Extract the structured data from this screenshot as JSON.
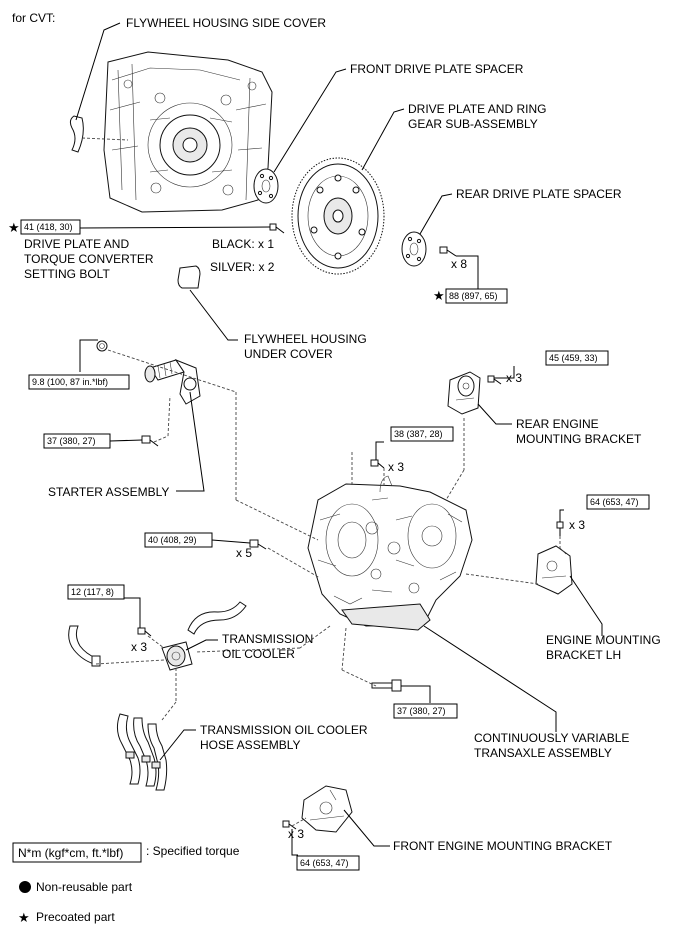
{
  "header": "for CVT:",
  "labels": {
    "flywheel_housing_side_cover": "FLYWHEEL HOUSING SIDE COVER",
    "front_drive_plate_spacer": "FRONT DRIVE PLATE SPACER",
    "drive_plate_line1": "DRIVE PLATE AND RING",
    "drive_plate_line2": "GEAR SUB-ASSEMBLY",
    "rear_drive_plate_spacer": "REAR DRIVE PLATE SPACER",
    "setting_bolt_line1": "DRIVE PLATE AND",
    "setting_bolt_line2": "TORQUE CONVERTER",
    "setting_bolt_line3": "SETTING BOLT",
    "black_count": "BLACK: x 1",
    "silver_count": "SILVER: x 2",
    "under_cover_line1": "FLYWHEEL HOUSING",
    "under_cover_line2": "UNDER COVER",
    "rear_bracket_line1": "REAR ENGINE",
    "rear_bracket_line2": "MOUNTING BRACKET",
    "starter_assembly": "STARTER ASSEMBLY",
    "engine_bracket_lh_line1": "ENGINE MOUNTING",
    "engine_bracket_lh_line2": "BRACKET LH",
    "oil_cooler_line1": "TRANSMISSION",
    "oil_cooler_line2": "OIL COOLER",
    "cooler_hose_line1": "TRANSMISSION OIL COOLER",
    "cooler_hose_line2": "HOSE ASSEMBLY",
    "transaxle_line1": "CONTINUOUSLY VARIABLE",
    "transaxle_line2": "TRANSAXLE ASSEMBLY",
    "front_bracket": "FRONT ENGINE MOUNTING BRACKET"
  },
  "torques": {
    "setting_bolt": "41 (418, 30)",
    "rear_spacer_bolt": "88 (897, 65)",
    "starter_upper": "9.8 (100, 87 in.*lbf)",
    "starter_lower": "37 (380, 27)",
    "rear_bracket": "45 (459, 33)",
    "transaxle_top": "38 (387, 28)",
    "bracket_lh": "64 (653, 47)",
    "transaxle_side": "40 (408, 29)",
    "oil_cooler": "12 (117, 8)",
    "transaxle_bottom": "37 (380, 27)",
    "front_bracket": "64 (653, 47)"
  },
  "quantities": {
    "rear_spacer": "x 8",
    "rear_bracket": "x 3",
    "transaxle_top": "x 3",
    "bracket_lh": "x 3",
    "transaxle_side": "x 5",
    "oil_cooler": "x 3",
    "front_bracket": "x 3"
  },
  "legend": {
    "torque_units": "N*m (kgf*cm, ft.*lbf)",
    "torque_desc": ": Specified torque",
    "non_reusable": "Non-reusable part",
    "precoated": "Precoated part"
  }
}
